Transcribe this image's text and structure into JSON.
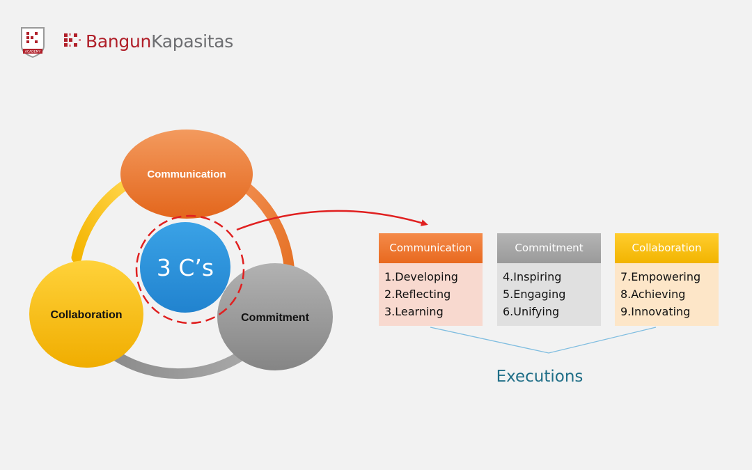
{
  "brand": {
    "name_part1": "Bangun",
    "name_part2": "Kapasitas",
    "badge_text": "ACADEMY"
  },
  "cycle": {
    "center_label": "3 C’s",
    "nodes": [
      {
        "label": "Communication",
        "color": "#ed7d31"
      },
      {
        "label": "Commitment",
        "color": "#999999"
      },
      {
        "label": "Collaboration",
        "color": "#ffc000"
      }
    ]
  },
  "executions": {
    "label": "Executions",
    "columns": [
      {
        "title": "Communication",
        "items": [
          "1.Developing",
          "2.Reflecting",
          "3.Learning"
        ],
        "color": "#ed7d31"
      },
      {
        "title": "Commitment",
        "items": [
          "4.Inspiring",
          "5.Engaging",
          "6.Unifying"
        ],
        "color": "#a5a5a5"
      },
      {
        "title": "Collaboration",
        "items": [
          "7.Empowering",
          "8.Achieving",
          "9.Innovating"
        ],
        "color": "#ffc000"
      }
    ]
  },
  "colors": {
    "center_circle": "#2e95dd",
    "highlight_ring": "#e02020",
    "connector_arrow": "#e02020",
    "brace_line": "#6fb3d9",
    "background": "#f2f2f2"
  }
}
